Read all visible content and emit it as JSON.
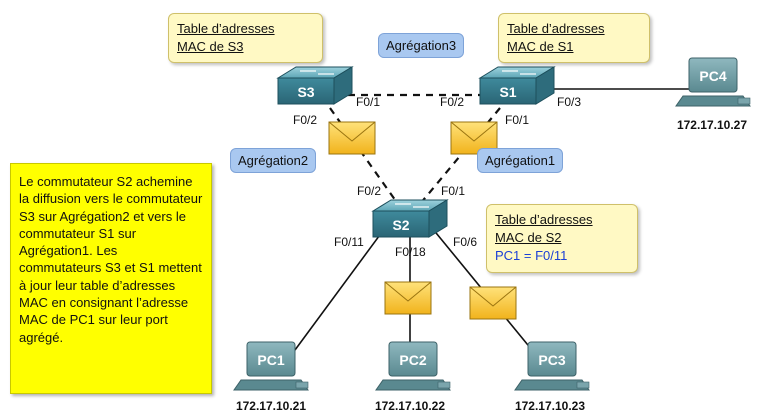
{
  "notes": {
    "s3": {
      "line1": "Table d’adresses",
      "line2": "MAC de S3"
    },
    "s1": {
      "line1": "Table d’adresses",
      "line2": "MAC de S1"
    },
    "s2": {
      "line1": "Table d’adresses",
      "line2": "MAC de S2",
      "entry": "PC1 = F0/11"
    }
  },
  "tags": {
    "agg3": "Agrégation3",
    "agg2": "Agrégation2",
    "agg1": "Agrégation1"
  },
  "switches": {
    "s3": "S3",
    "s1": "S1",
    "s2": "S2"
  },
  "ports": {
    "s3_f01": "F0/1",
    "s3_f02": "F0/2",
    "s1_f02": "F0/2",
    "s1_f01": "F0/1",
    "s1_f03": "F0/3",
    "s2_f02": "F0/2",
    "s2_f01": "F0/1",
    "s2_f011": "F0/11",
    "s2_f018": "F0/18",
    "s2_f06": "F0/6"
  },
  "pcs": {
    "pc1": {
      "name": "PC1",
      "ip": "172.17.10.21"
    },
    "pc2": {
      "name": "PC2",
      "ip": "172.17.10.22"
    },
    "pc3": {
      "name": "PC3",
      "ip": "172.17.10.23"
    },
    "pc4": {
      "name": "PC4",
      "ip": "172.17.10.27"
    }
  },
  "callout": {
    "text": "Le commutateur S2 achemine la diffusion vers le commutateur S3 sur Agrégation2 et vers le commutateur S1 sur Agrégation1. Les commutateurs S3 et S1 mettent à jour leur table d’adresses MAC en consignant l’adresse MAC de PC1 sur leur port agrégé."
  },
  "colors": {
    "switch": "#3f8a9c",
    "pc": "#6f9ea6",
    "envelope": "#f7c93a",
    "callout": "#ffff00",
    "note": "#fff9c4",
    "tag": "#a9c8f0",
    "entry_text": "#1a3fd6"
  }
}
